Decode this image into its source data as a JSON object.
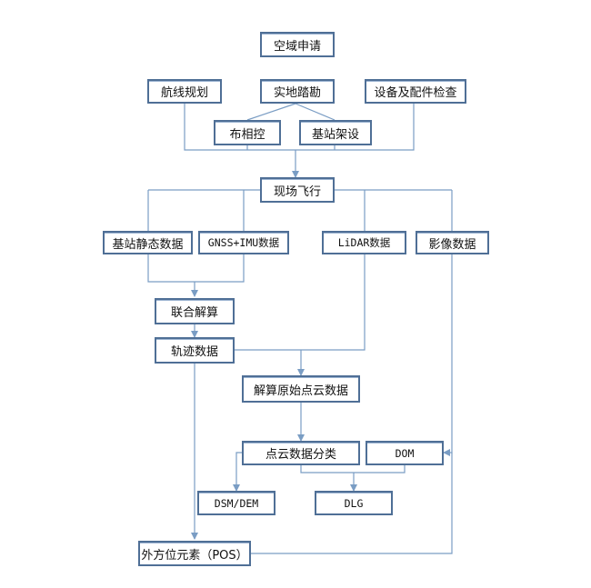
{
  "nodes": {
    "airspace": "空域申请",
    "route": "航线规划",
    "survey": "实地踏勘",
    "equipment": "设备及配件检查",
    "gcp": "布相控",
    "base_setup": "基站架设",
    "flight": "现场飞行",
    "base_static": "基站静态数据",
    "gnss_imu": "GNSS+IMU数据",
    "lidar": "LiDAR数据",
    "image": "影像数据",
    "joint": "联合解算",
    "trajectory": "轨迹数据",
    "raw_cloud": "解算原始点云数据",
    "classify": "点云数据分类",
    "dom": "DOM",
    "dsm": "DSM/DEM",
    "dlg": "DLG",
    "pos": "外方位元素（POS）"
  },
  "colors": {
    "border": "#4f6f96",
    "line": "#7a9dc4"
  }
}
